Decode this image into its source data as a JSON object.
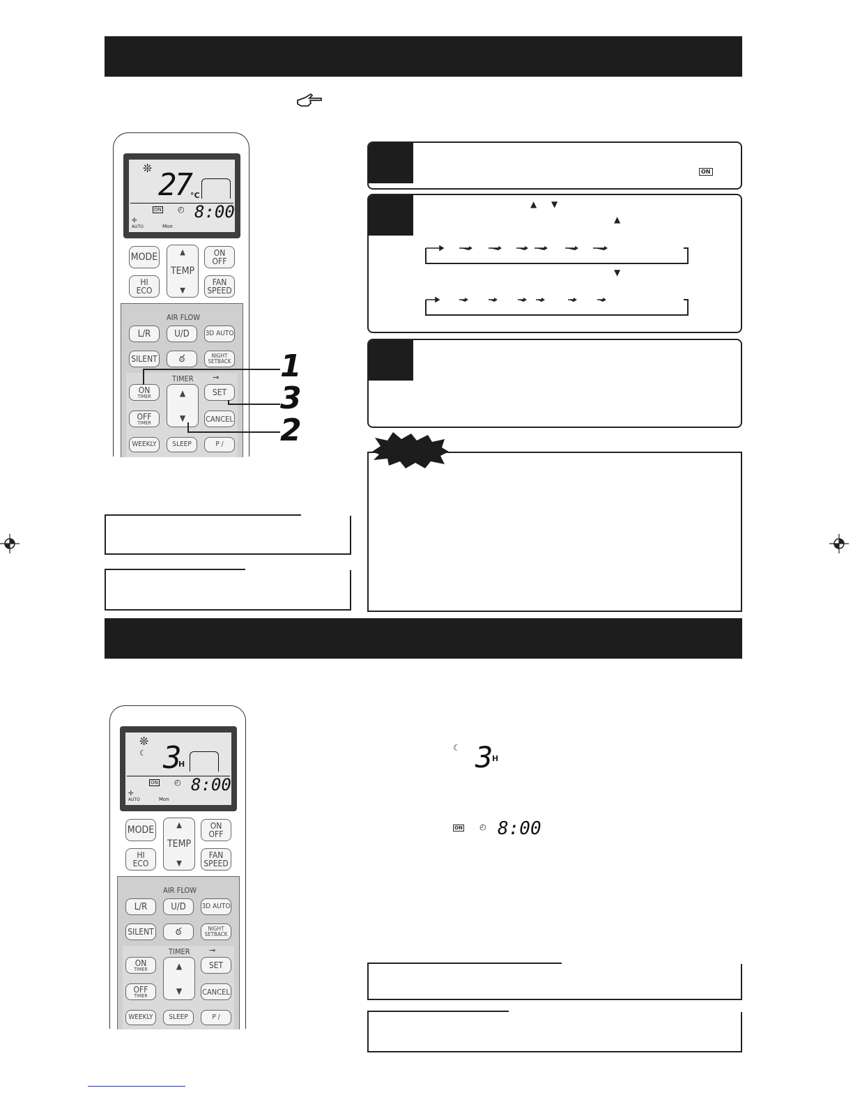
{
  "remote": {
    "lcd": {
      "temp": "27",
      "temp_unit": "°C",
      "badge_on": "ON",
      "clock": "8:00",
      "fan": "AUTO",
      "day": "Mon",
      "sleep_hours": "3",
      "hours_unit": "H"
    },
    "buttons": {
      "mode": "MODE",
      "temp": "TEMP",
      "on": "ON",
      "off": "OFF",
      "hi": "HI",
      "eco": "ECO",
      "fan": "FAN",
      "speed": "SPEED",
      "air_flow": "AIR FLOW",
      "lr": "L/R",
      "ud": "U/D",
      "auto3d": "3D AUTO",
      "silent": "SILENT",
      "night": "NIGHT",
      "setback": "SETBACK",
      "timer": "TIMER",
      "on_timer_1": "ON",
      "on_timer_2": "TIMER",
      "set": "SET",
      "off_timer_1": "OFF",
      "off_timer_2": "TIMER",
      "cancel": "CANCEL",
      "weekly": "WEEKLY",
      "sleep": "SLEEP",
      "p": "P /"
    }
  },
  "callouts": {
    "one": "1",
    "two": "2",
    "three": "3"
  },
  "steps": {
    "badge_on": "ON"
  },
  "lower_section": {
    "badge_on": "ON",
    "sleep_hours": "3",
    "hours_unit": "H",
    "clock": "8:00"
  }
}
